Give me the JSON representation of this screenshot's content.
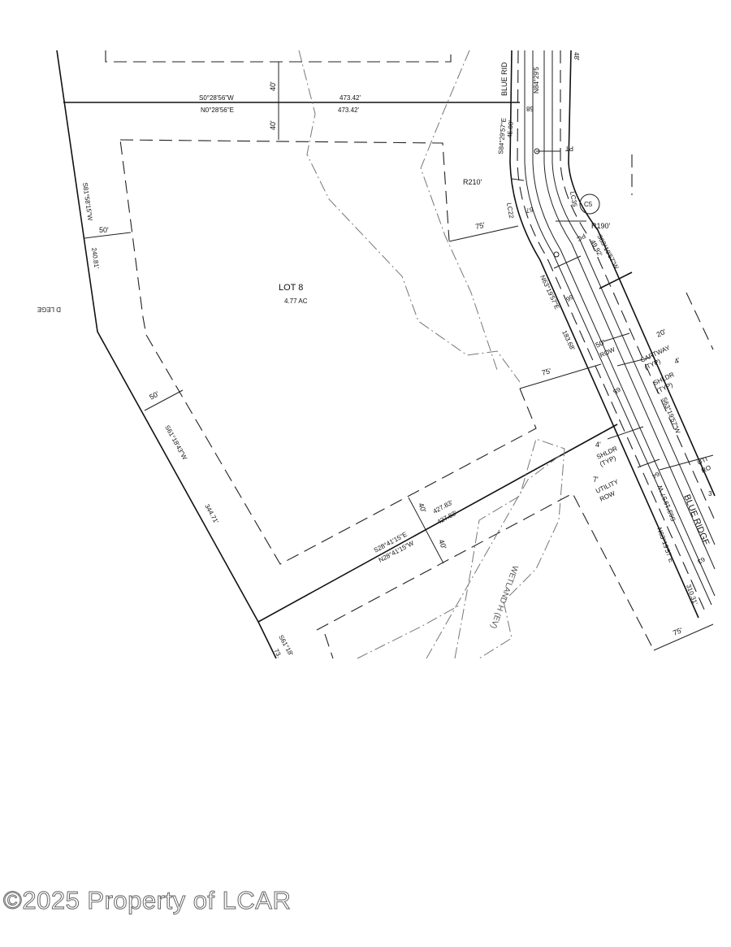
{
  "lot": {
    "name": "LOT 8",
    "area": "4.77 AC"
  },
  "north_line": {
    "bearing_1": "S0°28'56\"W",
    "bearing_2": "N0°28'56\"E",
    "dist_1": "473.42'",
    "dist_2": "473.42'"
  },
  "west_line": {
    "bearing": "S81°58'15\"W",
    "dist": "240.81'"
  },
  "southwest_line": {
    "bearing": "S61°18'43\"W",
    "dist": "344.71'"
  },
  "south_line": {
    "bearing_1": "S28°41'15\"E",
    "bearing_2": "N28°41'15\"W",
    "dist_1": "427.83'",
    "dist_2": "427.83'"
  },
  "lower_line": {
    "bearing": "S61°18'",
    "dist": "73."
  },
  "setbacks": {
    "north_top": "40'",
    "north_bottom": "40'",
    "west": "50'",
    "southwest": "50'",
    "south_top": "40'",
    "south_bottom": "40'",
    "road_upper": "75'",
    "road_middle": "75'",
    "road_lower": "75'"
  },
  "road": {
    "name_top": "BLUE RID",
    "name_bottom": "BLUE RIDGE",
    "bearing_top": "N84°29'5",
    "dist_top_partial": "48'",
    "chord_1": "S84°29'57\"E",
    "chord_1_dist": "45.00'",
    "radius_inner": "R210'",
    "radius_outer": "R190'",
    "curve_left": "LC22",
    "curve_right": "LC35",
    "curve_id": "C5",
    "pt": "PT",
    "pc": "PC",
    "chord_2": "S63°19'57\"W",
    "chord_2_dist": "49.92'",
    "tangent_1": "N63°19'57\"E",
    "tangent_1_dist": "183.68'",
    "tangent_2": "S63°19'57\"W",
    "tangent_3": "S63°19'57\"W",
    "tangent_4": "N63°19'57\"E",
    "tangent_4_dist": "310.31'",
    "stations": [
      "68",
      "67",
      "66",
      "65",
      "64",
      "63"
    ]
  },
  "road_labels": {
    "row_width": "50'",
    "row": "ROW",
    "cartway_width": "20'",
    "cartway": "CARTWAY",
    "cartway_typ": "(TYP)",
    "shldr_width_right": "4'",
    "shldr_right": "SHLDR",
    "shldr_right_typ": "(TYP)",
    "shldr_width_left": "4'",
    "shldr_left": "SHLDR",
    "shldr_left_typ": "(TYP)",
    "utility_width": "7'",
    "utility": "UTILITY",
    "utility_row": "ROW",
    "utility_right": "UTI",
    "utility_right_row": "RO",
    "partial_right": "3"
  },
  "wetland": {
    "label": "WETLAND H (EV)"
  },
  "edge_fragment": "D LEGE",
  "watermark": "©2025 Property of LCAR"
}
